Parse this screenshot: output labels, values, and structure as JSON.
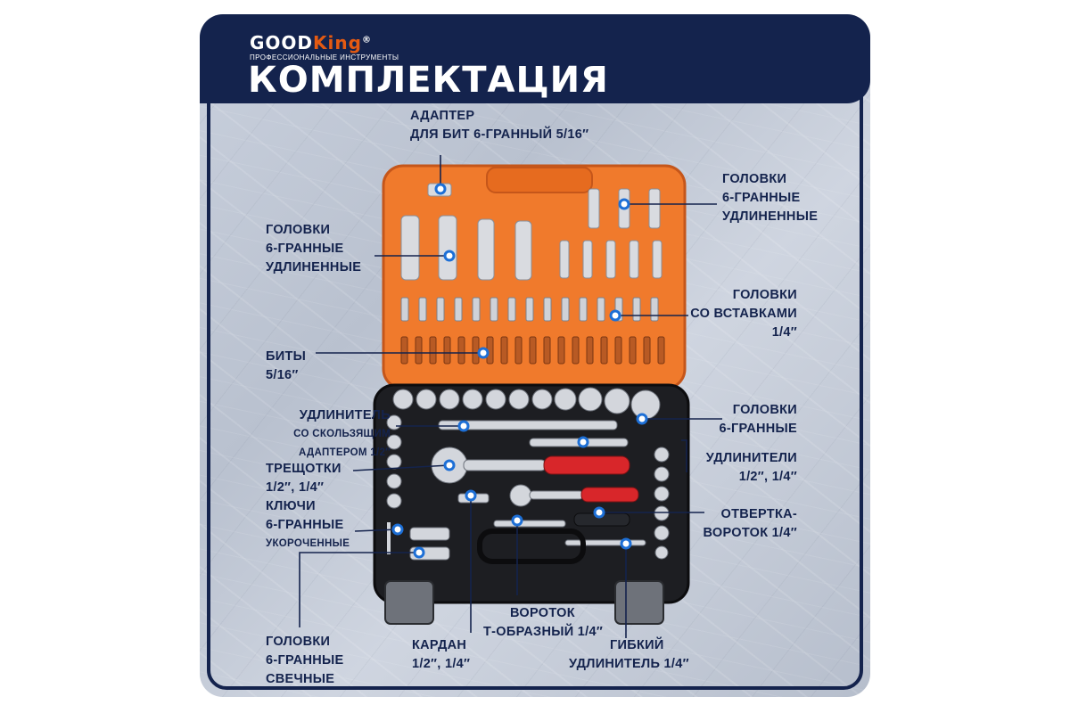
{
  "brand": {
    "name_part1": "GOOD",
    "name_part2": "King",
    "registered": "®",
    "tagline": "ПРОФЕССИОНАЛЬНЫЕ ИНСТРУМЕНТЫ"
  },
  "title": "КОМПЛЕКТАЦИЯ",
  "colors": {
    "navy": "#14234d",
    "orange": "#f07a2c",
    "case_black": "#1d1e22",
    "handle_red": "#d8262a",
    "marker_blue": "#1d6fd6"
  },
  "callouts": {
    "adapter": [
      "АДАПТЕР",
      "ДЛЯ БИТ 6-ГРАННЫЙ 5/16″"
    ],
    "heads_long_right": [
      "ГОЛОВКИ",
      "6-ГРАННЫЕ",
      "УДЛИНЕННЫЕ"
    ],
    "heads_long_left": [
      "ГОЛОВКИ",
      "6-ГРАННЫЕ",
      "УДЛИНЕННЫЕ"
    ],
    "heads_inserts": [
      "ГОЛОВКИ",
      "СО ВСТАВКАМИ",
      "1/4″"
    ],
    "bits": [
      "БИТЫ",
      "5/16″"
    ],
    "extension_slide": [
      "УДЛИНИТЕЛЬ",
      "СО СКОЛЬЗЯЩИМ",
      "АДАПТЕРОМ 1/2″"
    ],
    "heads_hex": [
      "ГОЛОВКИ",
      "6-ГРАННЫЕ"
    ],
    "ratchets": [
      "ТРЕЩОТКИ",
      "1/2″, 1/4″"
    ],
    "extensions": [
      "УДЛИНИТЕЛИ",
      "1/2″, 1/4″"
    ],
    "keys": [
      "КЛЮЧИ",
      "6-ГРАННЫЕ",
      "УКОРОЧЕННЫЕ"
    ],
    "screwdriver": [
      "ОТВЕРТКА-",
      "ВОРОТОК 1/4″"
    ],
    "t_handle": [
      "ВОРОТОК",
      "Т-ОБРАЗНЫЙ 1/4″"
    ],
    "spark_heads": [
      "ГОЛОВКИ",
      "6-ГРАННЫЕ",
      "СВЕЧНЫЕ"
    ],
    "cardan": [
      "КАРДАН",
      "1/2″, 1/4″"
    ],
    "flex_ext": [
      "ГИБКИЙ",
      "УДЛИНИТЕЛЬ 1/4″"
    ]
  }
}
